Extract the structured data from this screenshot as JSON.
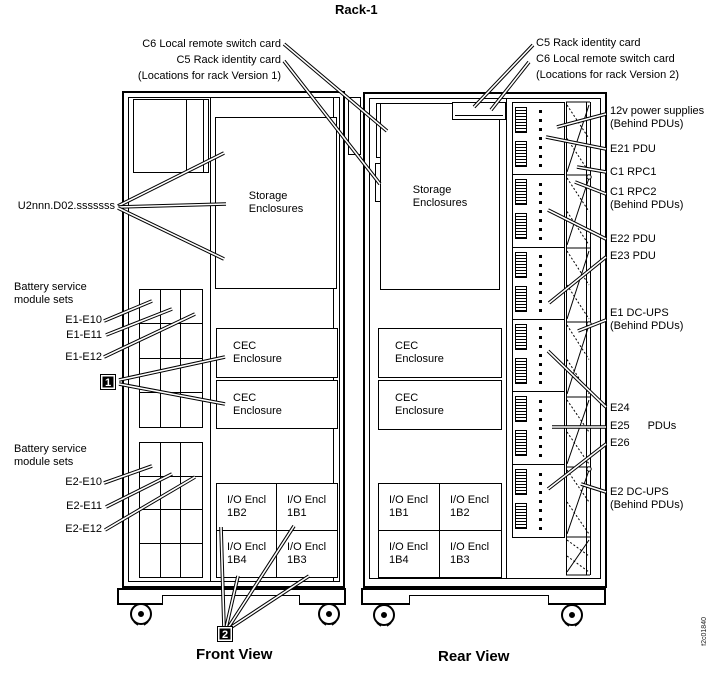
{
  "title": "Rack-1",
  "figure_id": "f2c01840",
  "callout_version1": {
    "line1": "C6 Local remote switch card",
    "line2": "C5 Rack identity card",
    "line3": "(Locations for rack Version 1)"
  },
  "callout_version2": {
    "line1": "C5 Rack identity card",
    "line2": "C6 Local remote switch card",
    "line3": "(Locations for rack Version 2)"
  },
  "left_labels": {
    "location_code": "U2nnn.D02.sssssss",
    "battery_set_1": {
      "title_line1": "Battery service",
      "title_line2": "module sets",
      "items": [
        "E1-E10",
        "E1-E11",
        "E1-E12"
      ],
      "badge": "1"
    },
    "battery_set_2": {
      "title_line1": "Battery service",
      "title_line2": "module sets",
      "items": [
        "E2-E10",
        "E2-E11",
        "E2-E12"
      ],
      "badge": "2"
    }
  },
  "front_rack": {
    "caption": "Front View",
    "storage": {
      "line1": "Storage",
      "line2": "Enclosures"
    },
    "cec1": {
      "line1": "CEC",
      "line2": "Enclosure"
    },
    "cec2": {
      "line1": "CEC",
      "line2": "Enclosure"
    },
    "io": [
      {
        "line1": "I/O Encl",
        "line2": "1B2"
      },
      {
        "line1": "I/O Encl",
        "line2": "1B1"
      },
      {
        "line1": "I/O Encl",
        "line2": "1B4"
      },
      {
        "line1": "I/O Encl",
        "line2": "1B3"
      }
    ]
  },
  "rear_rack": {
    "caption": "Rear View",
    "storage": {
      "line1": "Storage",
      "line2": "Enclosures"
    },
    "cec1": {
      "line1": "CEC",
      "line2": "Enclosure"
    },
    "cec2": {
      "line1": "CEC",
      "line2": "Enclosure"
    },
    "io": [
      {
        "line1": "I/O Encl",
        "line2": "1B1"
      },
      {
        "line1": "I/O Encl",
        "line2": "1B2"
      },
      {
        "line1": "I/O Encl",
        "line2": "1B4"
      },
      {
        "line1": "I/O Encl",
        "line2": "1B3"
      }
    ]
  },
  "right_labels": {
    "power_supplies": {
      "line1": "12v power supplies",
      "line2": "(Behind PDUs)"
    },
    "e21": "E21 PDU",
    "c1rpc1": "C1 RPC1",
    "c1rpc2": {
      "line1": "C1 RPC2",
      "line2": "(Behind PDUs)"
    },
    "e22": "E22 PDU",
    "e23": "E23 PDU",
    "e1dcups": {
      "line1": "E1 DC-UPS",
      "line2": "(Behind PDUs)"
    },
    "e24": "E24",
    "e25": "E25",
    "pdus_suffix": "PDUs",
    "e26": "E26",
    "e2dcups": {
      "line1": "E2 DC-UPS",
      "line2": "(Behind PDUs)"
    }
  }
}
